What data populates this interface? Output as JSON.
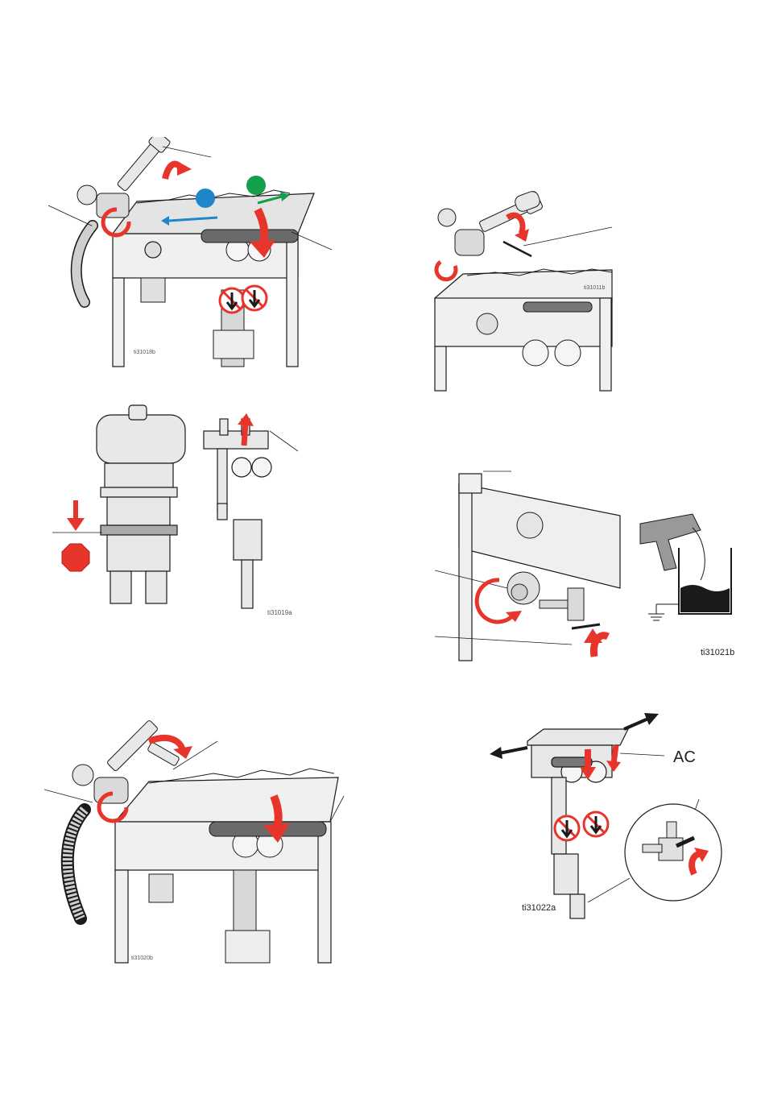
{
  "figures": {
    "fig1": {
      "id": "ti31018b"
    },
    "fig2": {
      "id": "ti31011b"
    },
    "fig3": {
      "id": "ti31019a"
    },
    "fig4": {
      "id": "ti31021b"
    },
    "fig5": {
      "id": "ti31020b"
    },
    "fig6": {
      "id": "ti31022a",
      "callout": "AC"
    }
  },
  "colors": {
    "red": "#e8352b",
    "blue": "#1f86c9",
    "green": "#14a04a",
    "metal": "#e6e6e6",
    "line": "#1a1a1a"
  }
}
